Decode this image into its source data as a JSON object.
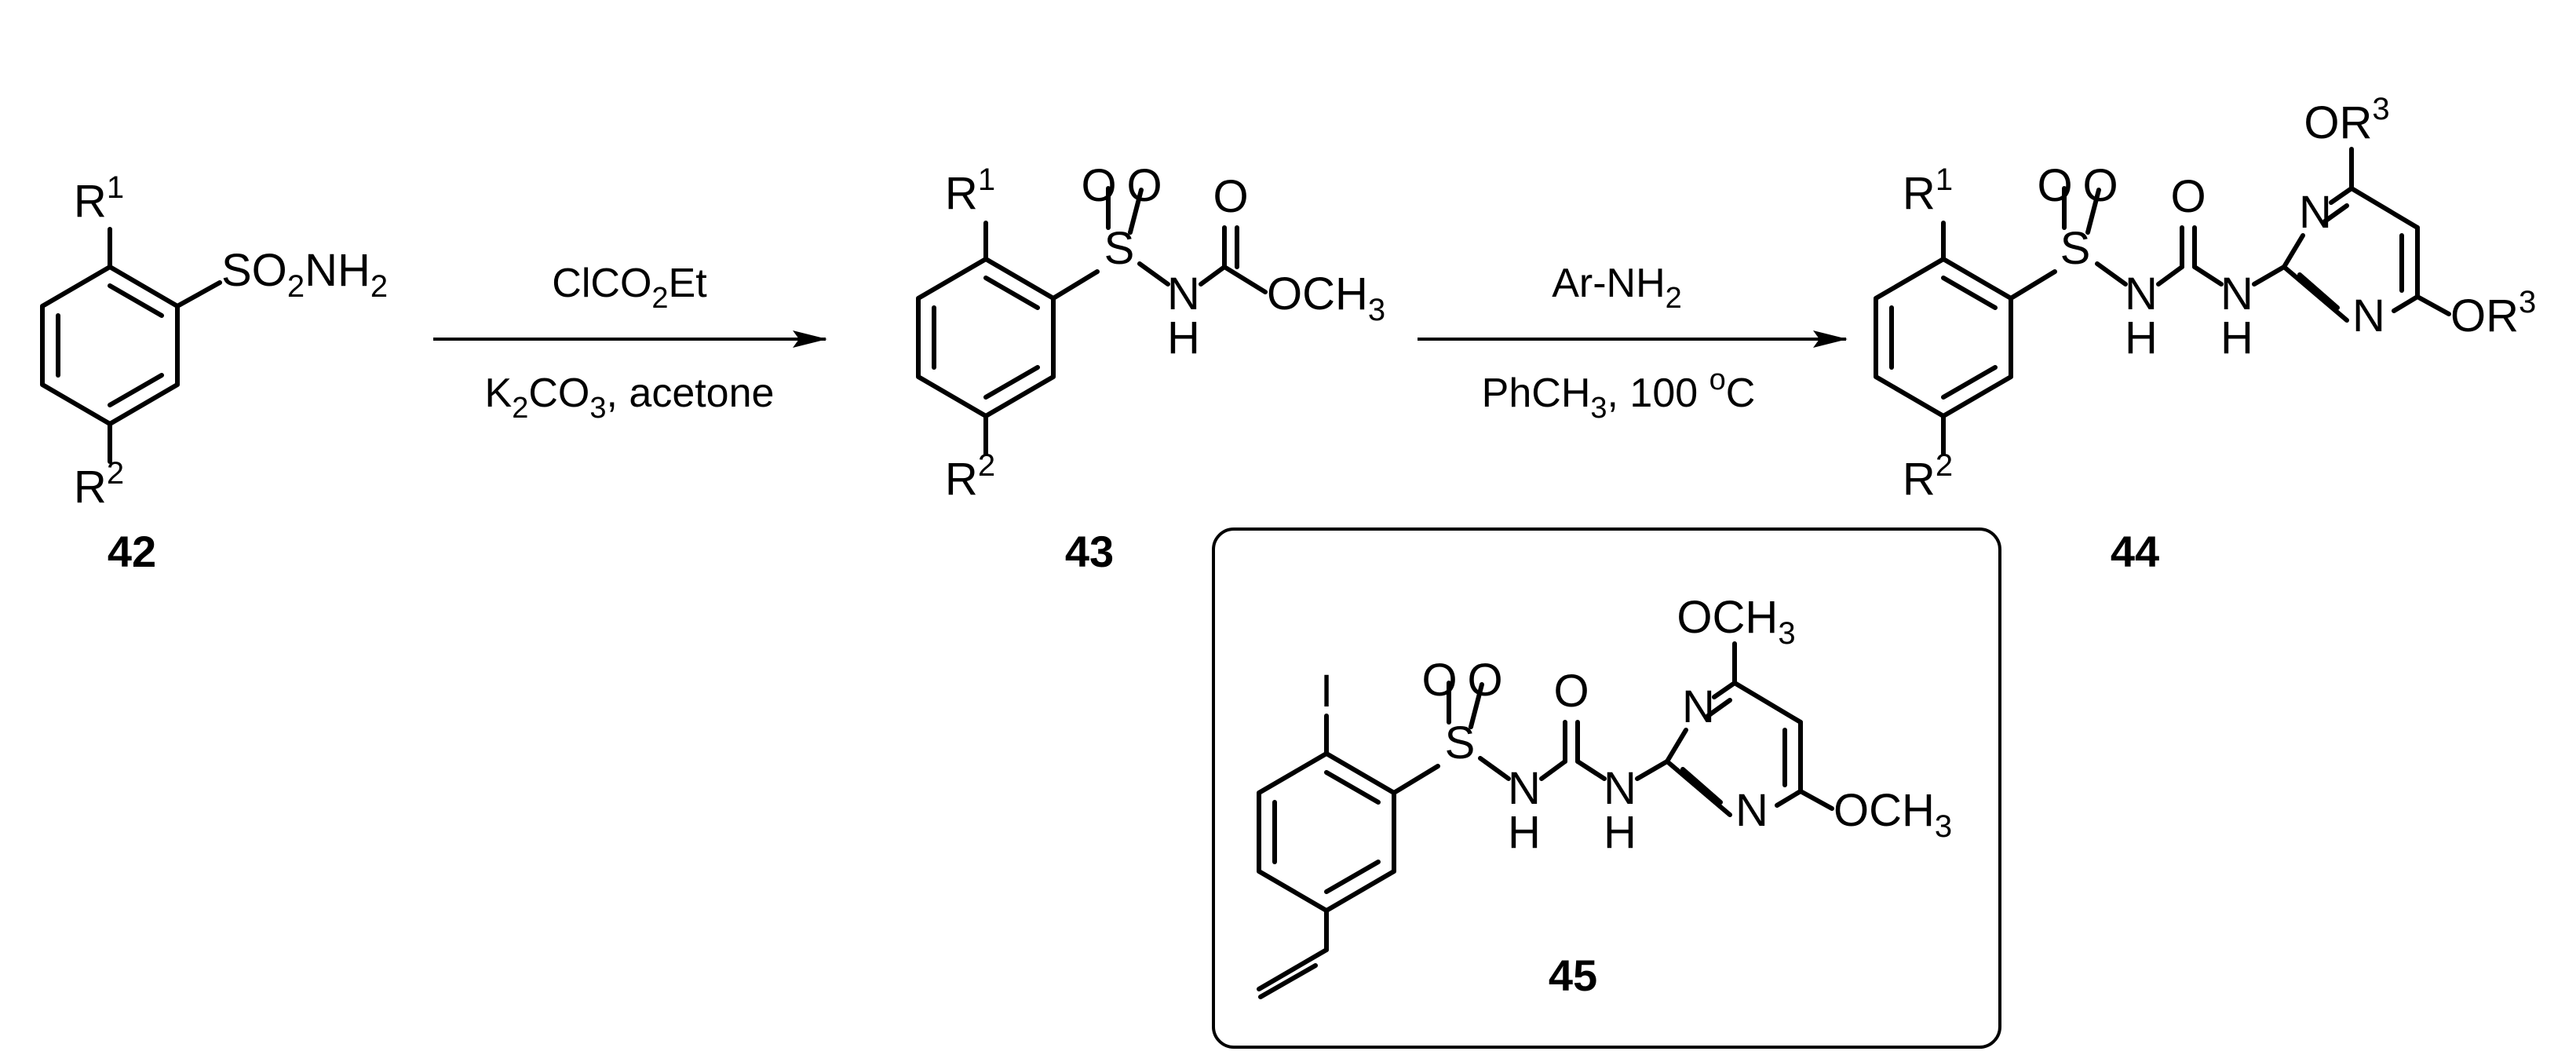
{
  "compounds": {
    "c42": {
      "label": "42",
      "r1": "R",
      "r1_sup": "1",
      "r2": "R",
      "r2_sup": "2",
      "sulfonamide": {
        "a": "SO",
        "sub1": "2",
        "b": "NH",
        "sub2": "2"
      }
    },
    "c43": {
      "label": "43",
      "r1": "R",
      "r1_sup": "1",
      "r2": "R",
      "r2_sup": "2",
      "o1": "O",
      "o2": "O",
      "o3": "O",
      "s": "S",
      "n": "N",
      "h": "H",
      "ome": {
        "a": "OCH",
        "sub": "3"
      }
    },
    "c44": {
      "label": "44",
      "r1": "R",
      "r1_sup": "1",
      "r2": "R",
      "r2_sup": "2",
      "o1": "O",
      "o2": "O",
      "o3": "O",
      "s": "S",
      "n1": "N",
      "h1": "H",
      "n2": "N",
      "h2": "H",
      "n3": "N",
      "n4": "N",
      "or_top": {
        "a": "OR",
        "sup": "3"
      },
      "or_right": {
        "a": "OR",
        "sup": "3"
      }
    },
    "c45": {
      "label": "45",
      "iodo": "I",
      "o1": "O",
      "o2": "O",
      "o3": "O",
      "s": "S",
      "n1": "N",
      "h1": "H",
      "n2": "N",
      "h2": "H",
      "n3": "N",
      "n4": "N",
      "ome_top": {
        "a": "OCH",
        "sub": "3"
      },
      "ome_right": {
        "a": "OCH",
        "sub": "3"
      }
    }
  },
  "step1": {
    "above": {
      "a": "ClCO",
      "sub": "2",
      "b": "Et"
    },
    "below": {
      "a": "K",
      "sub1": "2",
      "b": "CO",
      "sub2": "3",
      "c": ", acetone"
    }
  },
  "step2": {
    "above": {
      "a": "Ar-NH",
      "sub": "2"
    },
    "below": {
      "a": "PhCH",
      "sub": "3",
      "b": ", 100 ",
      "sup": "o",
      "c": "C"
    }
  }
}
